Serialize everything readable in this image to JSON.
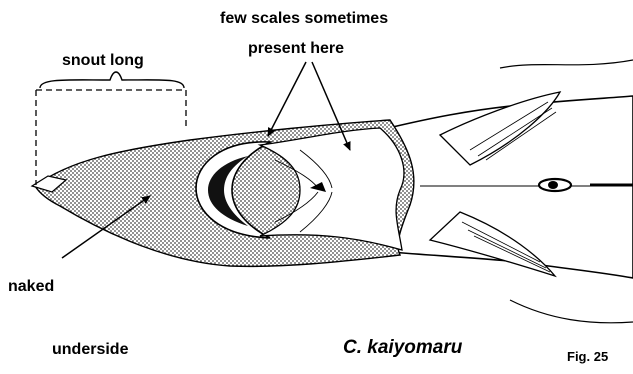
{
  "labels": {
    "scales_line1": "few scales sometimes",
    "scales_line2": "present here",
    "snout": "snout long",
    "naked": "naked",
    "underside": "underside",
    "species": "C. kaiyomaru",
    "figure": "Fig. 25"
  },
  "illustration": {
    "subject": "ventral view of shark head",
    "ink_color": "#000000",
    "paper_color": "#ffffff",
    "stipple_color": "#b9b9b9"
  }
}
